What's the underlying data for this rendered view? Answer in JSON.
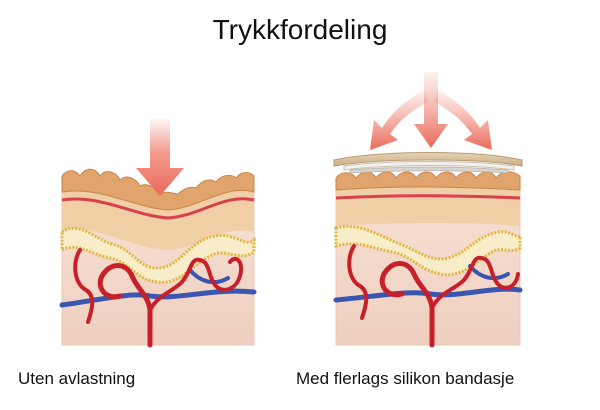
{
  "title": "Trykkfordeling",
  "panels": [
    {
      "caption": "Uten avlastning"
    },
    {
      "caption": "Med flerlags silikon bandasje"
    }
  ],
  "colors": {
    "arrow": "#f08070",
    "skin_top": "#e0a46c",
    "dermis_red": "#d8404a",
    "fat_layer": "#f7edc8",
    "fat_border": "#e2b640",
    "tissue": "#f4dccf",
    "artery": "#c8202a",
    "vein": "#3a56b0",
    "bandage": "#d8c29e"
  },
  "icons": {
    "left_arrow": "arrow-down-icon",
    "right_arrow": "arrow-spread-icon"
  }
}
